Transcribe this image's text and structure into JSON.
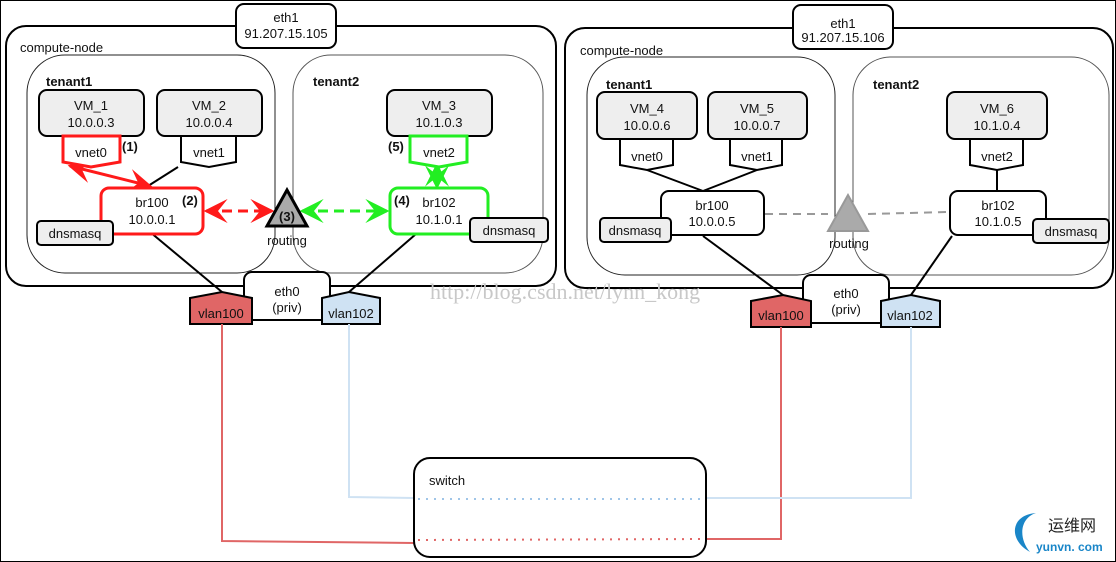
{
  "watermark": "http://blog.csdn.net/lynn_kong",
  "logo": {
    "cn": "运维网",
    "en": "yunvn. com",
    "color": "#1a86c8"
  },
  "colors": {
    "vlan100": "#e06666",
    "vlan102": "#cfe2f3",
    "vm_fill": "#eeeeee",
    "highlight_red": "#ff1a1a",
    "highlight_green": "#22ee22",
    "routing_gray": "#aaaaaa"
  },
  "nodes": [
    {
      "label": "compute-node",
      "eth1": {
        "name": "eth1",
        "ip": "91.207.15.105"
      },
      "eth0": {
        "name": "eth0",
        "sub": "(priv)"
      },
      "vlans": [
        "vlan100",
        "vlan102"
      ],
      "routing": {
        "label": "routing",
        "marker": "(3)"
      },
      "tenants": [
        {
          "name": "tenant1",
          "vms": [
            {
              "name": "VM_1",
              "ip": "10.0.0.3",
              "vnet": "vnet0",
              "marker": "(1)"
            },
            {
              "name": "VM_2",
              "ip": "10.0.0.4",
              "vnet": "vnet1",
              "marker": ""
            }
          ],
          "bridge": {
            "name": "br100",
            "ip": "10.0.0.1",
            "marker": "(2)"
          },
          "dnsmasq": "dnsmasq"
        },
        {
          "name": "tenant2",
          "vms": [
            {
              "name": "VM_3",
              "ip": "10.1.0.3",
              "vnet": "vnet2",
              "marker": "(5)"
            }
          ],
          "bridge": {
            "name": "br102",
            "ip": "10.1.0.1",
            "marker": "(4)"
          },
          "dnsmasq": "dnsmasq"
        }
      ]
    },
    {
      "label": "compute-node",
      "eth1": {
        "name": "eth1",
        "ip": "91.207.15.106"
      },
      "eth0": {
        "name": "eth0",
        "sub": "(priv)"
      },
      "vlans": [
        "vlan100",
        "vlan102"
      ],
      "routing": {
        "label": "routing",
        "marker": ""
      },
      "tenants": [
        {
          "name": "tenant1",
          "vms": [
            {
              "name": "VM_4",
              "ip": "10.0.0.6",
              "vnet": "vnet0",
              "marker": ""
            },
            {
              "name": "VM_5",
              "ip": "10.0.0.7",
              "vnet": "vnet1",
              "marker": ""
            }
          ],
          "bridge": {
            "name": "br100",
            "ip": "10.0.0.5",
            "marker": ""
          },
          "dnsmasq": "dnsmasq"
        },
        {
          "name": "tenant2",
          "vms": [
            {
              "name": "VM_6",
              "ip": "10.1.0.4",
              "vnet": "vnet2",
              "marker": ""
            }
          ],
          "bridge": {
            "name": "br102",
            "ip": "10.1.0.5",
            "marker": ""
          },
          "dnsmasq": "dnsmasq"
        }
      ]
    }
  ],
  "switch": {
    "label": "switch"
  }
}
